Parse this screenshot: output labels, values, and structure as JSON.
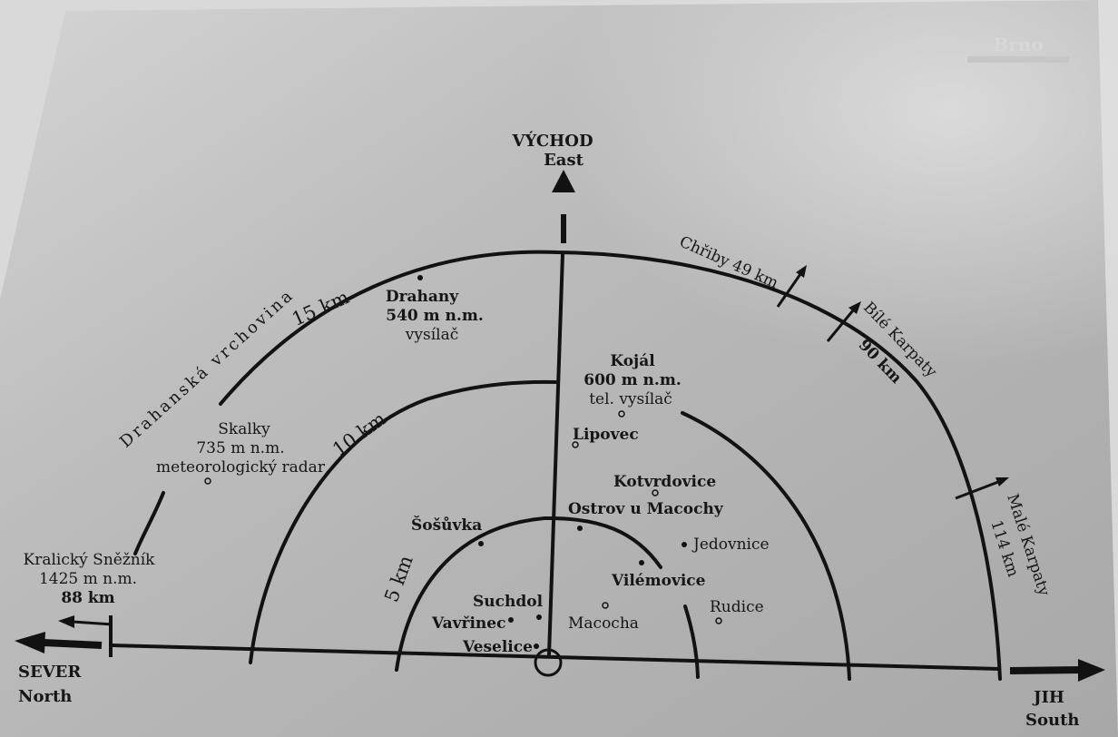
{
  "compass": {
    "east": {
      "cz": "VÝCHOD",
      "en": "East"
    },
    "north": {
      "cz": "SEVER",
      "en": "North"
    },
    "south": {
      "cz": "JIH",
      "en": "South"
    }
  },
  "rings": {
    "r5": "5 km",
    "r10": "10 km",
    "r15": "15 km"
  },
  "region": "Drahanská vrchovina",
  "logo": "Brno",
  "places": {
    "drahany": {
      "name": "Drahany",
      "elev": "540 m n.m.",
      "note": "vysílač"
    },
    "kojal": {
      "name": "Kojál",
      "elev": "600 m n.m.",
      "note": "tel. vysílač"
    },
    "skalky": {
      "name": "Skalky",
      "elev": "735 m n.m.",
      "note": "meteorologický radar"
    },
    "lipovec": "Lipovec",
    "kotvrdovice": "Kotvrdovice",
    "ostrov": "Ostrov u Macochy",
    "jedovnice": "Jedovnice",
    "sosuvka": "Šošůvka",
    "vilemovice": "Vilémovice",
    "suchdol": "Suchdol",
    "rudice": "Rudice",
    "vavrinec": "Vavřinec",
    "macocha": "Macocha",
    "veselice": "Veselice"
  },
  "distant": {
    "kralicky": {
      "name": "Kralický Sněžník",
      "elev": "1425 m n.m.",
      "dist": "88 km"
    },
    "chriby": "Chřiby 49 km",
    "bile": {
      "name": "Bílé Karpaty",
      "dist": "90 km"
    },
    "male": {
      "name": "Malé Karpaty",
      "dist": "114 km"
    }
  }
}
